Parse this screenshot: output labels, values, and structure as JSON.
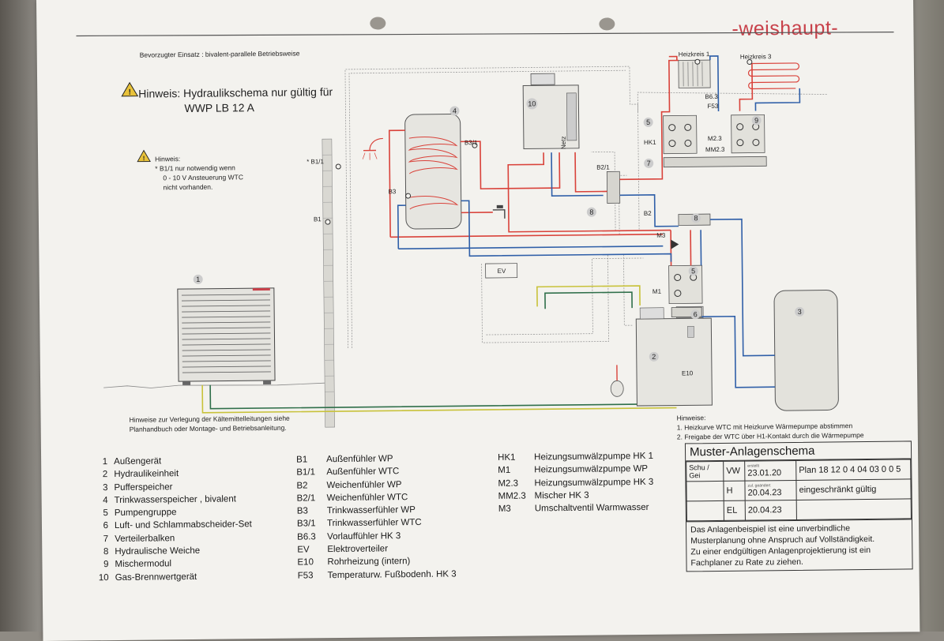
{
  "brand": "-weishaupt-",
  "header": "Bevorzugter Einsatz :  bivalent-parallele Betriebsweise",
  "warning": {
    "title_line1": "Hinweis: Hydraulikschema nur gültig für",
    "title_line2": "WWP  LB 12 A",
    "note_title": "Hinweis:",
    "note_line1": "* B1/1 nur notwendig wenn",
    "note_line2": "0 - 10 V Ansteuerung WTC",
    "note_line3": "nicht vorhanden."
  },
  "laying_note": {
    "line1": "Hinweise zur Verlegung der Kältemittelleitungen siehe",
    "line2": "Planhandbuch oder Montage- und Betriebsanleitung."
  },
  "hints": {
    "title": "Hinweise:",
    "line1": "1. Heizkurve WTC mit Heizkurve Wärmepumpe abstimmen",
    "line2": "2. Freigabe der WTC über H1-Kontakt durch die Wärmepumpe"
  },
  "diagram_labels": {
    "heizkreis1": "Heizkreis 1",
    "heizkreis3": "Heizkreis 3",
    "b63": "B6.3",
    "f53": "F53",
    "hk1": "HK1",
    "m23": "M2.3",
    "mm23": "MM2.3",
    "b31": "B3/1",
    "b3": "B3",
    "b11": "* B1/1",
    "b1": "B1",
    "b21": "B2/1",
    "b2": "B2",
    "m3": "M3",
    "m1": "M1",
    "ev": "EV",
    "e10": "E10",
    "netz": "Netz",
    "n1": "1",
    "n2": "2",
    "n3": "3",
    "n4": "4",
    "n5a": "5",
    "n5b": "5",
    "n6": "6",
    "n7": "7",
    "n8a": "8",
    "n8b": "8",
    "n9": "9",
    "n10": "10"
  },
  "legend_col1": [
    {
      "key": "1",
      "text": "Außengerät"
    },
    {
      "key": "2",
      "text": "Hydraulikeinheit"
    },
    {
      "key": "3",
      "text": "Pufferspeicher"
    },
    {
      "key": "4",
      "text": "Trinkwasserspeicher , bivalent"
    },
    {
      "key": "5",
      "text": "Pumpengruppe"
    },
    {
      "key": "6",
      "text": "Luft- und Schlammabscheider-Set"
    },
    {
      "key": "7",
      "text": "Verteilerbalken"
    },
    {
      "key": "8",
      "text": "Hydraulische Weiche"
    },
    {
      "key": "9",
      "text": "Mischermodul"
    },
    {
      "key": "10",
      "text": "Gas-Brennwertgerät"
    }
  ],
  "legend_col2": [
    {
      "key": "B1",
      "text": "Außenfühler WP"
    },
    {
      "key": "B1/1",
      "text": "Außenfühler WTC"
    },
    {
      "key": "B2",
      "text": "Weichenfühler WP"
    },
    {
      "key": "B2/1",
      "text": "Weichenfühler WTC"
    },
    {
      "key": "B3",
      "text": "Trinkwasserfühler WP"
    },
    {
      "key": "B3/1",
      "text": "Trinkwasserfühler WTC"
    },
    {
      "key": "B6.3",
      "text": "Vorlauffühler HK 3"
    },
    {
      "key": "EV",
      "text": "Elektroverteiler"
    },
    {
      "key": "E10",
      "text": "Rohrheizung (intern)"
    },
    {
      "key": "F53",
      "text": "Temperaturw. Fußbodenh. HK 3"
    }
  ],
  "legend_col3": [
    {
      "key": "HK1",
      "text": "Heizungsumwälzpumpe HK 1"
    },
    {
      "key": "M1",
      "text": "Heizungsumwälzpumpe WP"
    },
    {
      "key": "M2.3",
      "text": "Heizungsumwälzpumpe HK 3"
    },
    {
      "key": "MM2.3",
      "text": "Mischer HK 3"
    },
    {
      "key": "M3",
      "text": "Umschaltventil Warmwasser"
    }
  ],
  "title_block": {
    "title": "Muster-Anlagenschema",
    "schu_gei": "Schu / Gei",
    "vw": "VW",
    "erstellt_label": "erstellt",
    "date1": "23.01.20",
    "plan": "Plan  18 12 0 4 04 03 0 0 5",
    "h": "H",
    "geaendert_label": "zul. geändert",
    "date2": "20.04.23",
    "status": "eingeschränkt gültig",
    "el": "EL",
    "date3": "20.04.23",
    "note_line1": "Das Anlagenbeispiel ist eine unverbindliche",
    "note_line2": "Musterplanung ohne Anspruch auf Vollständigkeit.",
    "note_line3": "Zu einer endgültigen Anlagenprojektierung ist ein",
    "note_line4": "Fachplaner zu Rate zu ziehen."
  },
  "colors": {
    "supply": "#d9423a",
    "return": "#2f5fa8",
    "refrigerant_yellow": "#c8c23a",
    "refrigerant_green": "#2f6f4a",
    "control": "#9a9a9a",
    "brand": "#c8414a"
  }
}
